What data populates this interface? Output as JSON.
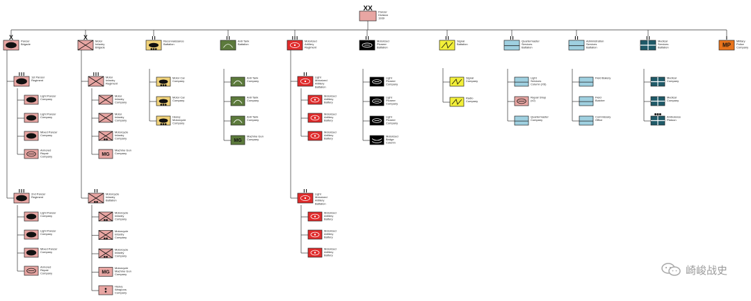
{
  "root": {
    "label": "Panzer Division 1939",
    "echelon": "XX",
    "color": "#e8a6a3"
  },
  "columns": [
    {
      "label": "Panzer Brigade",
      "echelon": "X",
      "color": "#e8a6a3",
      "symbol": "armor",
      "groups": [
        {
          "label": "1st Panzer Regiment",
          "echelon": "III",
          "color": "#e8a6a3",
          "symbol": "armor",
          "children": [
            {
              "label": "Light Panzer Company",
              "color": "#e8a6a3",
              "symbol": "armor"
            },
            {
              "label": "Light Panzer Company",
              "color": "#e8a6a3",
              "symbol": "armor"
            },
            {
              "label": "Mixed Panzer Company",
              "color": "#e8a6a3",
              "symbol": "armor"
            },
            {
              "label": "Armored Repair Company",
              "color": "#e8a6a3",
              "symbol": "repair"
            }
          ]
        },
        {
          "label": "2nd Panzer Regiment",
          "echelon": "III",
          "color": "#e8a6a3",
          "symbol": "armor",
          "children": [
            {
              "label": "Light Panzer Company",
              "color": "#e8a6a3",
              "symbol": "armor"
            },
            {
              "label": "Light Panzer Company",
              "color": "#e8a6a3",
              "symbol": "armor"
            },
            {
              "label": "Mixed Panzer Company",
              "color": "#e8a6a3",
              "symbol": "armor"
            },
            {
              "label": "Armored Repair Company",
              "color": "#e8a6a3",
              "symbol": "repair"
            }
          ]
        }
      ]
    },
    {
      "label": "Motor Infantry Brigade",
      "echelon": "X",
      "color": "#e8a6a3",
      "symbol": "infantry",
      "groups": [
        {
          "label": "Motor Infantry Regiment",
          "echelon": "III",
          "color": "#e8a6a3",
          "symbol": "infantry",
          "children": [
            {
              "label": "Motor Infantry Company",
              "color": "#e8a6a3",
              "symbol": "infantry"
            },
            {
              "label": "Motor Infantry Company",
              "color": "#e8a6a3",
              "symbol": "infantry"
            },
            {
              "label": "Motorcycle Infantry Company",
              "color": "#e8a6a3",
              "symbol": "moto-infantry"
            },
            {
              "label": "Machine Gun Company",
              "color": "#e8a6a3",
              "symbol": "mg"
            }
          ]
        },
        {
          "label": "Motorcycle Infantry Battalion",
          "echelon": "II",
          "color": "#e8a6a3",
          "symbol": "moto-infantry",
          "children": [
            {
              "label": "Motorcycle Infantry Company",
              "color": "#e8a6a3",
              "symbol": "moto-infantry"
            },
            {
              "label": "Motorcycle Infantry Company",
              "color": "#e8a6a3",
              "symbol": "moto-infantry"
            },
            {
              "label": "Motorcycle Infantry Company",
              "color": "#e8a6a3",
              "symbol": "moto-infantry"
            },
            {
              "label": "Motorcycle Machine Gun Company",
              "color": "#e8a6a3",
              "symbol": "mg"
            },
            {
              "label": "Heavy Weapons Company",
              "color": "#e8a6a3",
              "symbol": "weapons"
            }
          ]
        }
      ]
    },
    {
      "label": "Reconnaissance Battalion",
      "echelon": "II",
      "color": "#f0d27a",
      "symbol": "recon",
      "children": [
        {
          "label": "Motor Car Company",
          "color": "#f0d27a",
          "symbol": "recon"
        },
        {
          "label": "Motor Car Company",
          "color": "#f0d27a",
          "symbol": "recon"
        },
        {
          "label": "Heavy Motorcycle Company",
          "color": "#f0d27a",
          "symbol": "recon"
        }
      ]
    },
    {
      "label": "Anti Tank Battalion",
      "echelon": "II",
      "color": "#5c7a3c",
      "symbol": "antitank",
      "children": [
        {
          "label": "Anti Tank Company",
          "color": "#5c7a3c",
          "symbol": "antitank"
        },
        {
          "label": "Anti Tank Company",
          "color": "#5c7a3c",
          "symbol": "antitank"
        },
        {
          "label": "Anti Tank Company",
          "color": "#5c7a3c",
          "symbol": "antitank"
        },
        {
          "label": "Machine Gun Company",
          "color": "#5c7a3c",
          "symbol": "mg"
        }
      ]
    },
    {
      "label": "Motorized Artillery Regiment",
      "echelon": "III",
      "color": "#e02c2c",
      "symbol": "artillery",
      "groups": [
        {
          "label": "Light Motorized Artillery Battalion",
          "echelon": "II",
          "color": "#e02c2c",
          "symbol": "artillery",
          "children": [
            {
              "label": "Motorized Artillery Battery",
              "color": "#e02c2c",
              "symbol": "artillery"
            },
            {
              "label": "Motorized Artillery Battery",
              "color": "#e02c2c",
              "symbol": "artillery"
            },
            {
              "label": "Motorized Artillery Battery",
              "color": "#e02c2c",
              "symbol": "artillery"
            }
          ]
        },
        {
          "label": "Light Motorized Artillery Battalion",
          "echelon": "II",
          "color": "#e02c2c",
          "symbol": "artillery",
          "children": [
            {
              "label": "Motorized Artillery Battery",
              "color": "#e02c2c",
              "symbol": "artillery"
            },
            {
              "label": "Motorized Artillery Battery",
              "color": "#e02c2c",
              "symbol": "artillery"
            },
            {
              "label": "Motorized Artillery Battery",
              "color": "#e02c2c",
              "symbol": "artillery"
            }
          ]
        }
      ]
    },
    {
      "label": "Motorized Pioneer Battalion",
      "echelon": "II",
      "color": "#000000",
      "symbol": "pioneer",
      "children": [
        {
          "label": "Light Pioneer Company",
          "color": "#000000",
          "symbol": "pioneer"
        },
        {
          "label": "Light Pioneer Company",
          "color": "#000000",
          "symbol": "pioneer"
        },
        {
          "label": "Light Pioneer Company",
          "color": "#000000",
          "symbol": "pioneer"
        },
        {
          "label": "Motorized Bridge Column",
          "color": "#000000",
          "symbol": "bridge"
        }
      ]
    },
    {
      "label": "Signal Battalion",
      "echelon": "II",
      "color": "#f2ef3a",
      "symbol": "signal",
      "children": [
        {
          "label": "Signal Company",
          "color": "#f2ef3a",
          "symbol": "signal"
        },
        {
          "label": "Radio Company",
          "color": "#f2ef3a",
          "symbol": "signal"
        }
      ]
    },
    {
      "label": "Quartermaster Services Battalion",
      "echelon": "II",
      "color": "#9fd0e0",
      "symbol": "supply",
      "children": [
        {
          "label": "Light Services Column (X6)",
          "color": "#9fd0e0",
          "symbol": "supply"
        },
        {
          "label": "Repair Shop (x2)",
          "color": "#e8a6a3",
          "symbol": "repair"
        },
        {
          "label": "Quartermaster Company",
          "color": "#9fd0e0",
          "symbol": "supply"
        }
      ]
    },
    {
      "label": "Administration Services Battalion",
      "echelon": "II",
      "color": "#9fd0e0",
      "symbol": "supply",
      "children": [
        {
          "label": "Field Bakery",
          "color": "#9fd0e0",
          "symbol": "supply"
        },
        {
          "label": "Field Butcher",
          "color": "#9fd0e0",
          "symbol": "supply"
        },
        {
          "label": "Commissary Office",
          "color": "#9fd0e0",
          "symbol": "supply"
        }
      ]
    },
    {
      "label": "Medical Services Battalion",
      "echelon": "II",
      "color": "#1f5a68",
      "symbol": "medical",
      "children": [
        {
          "label": "Medical Company",
          "color": "#1f5a68",
          "symbol": "medical"
        },
        {
          "label": "Medical Company",
          "color": "#1f5a68",
          "symbol": "medical"
        },
        {
          "label": "Ambulance Platoon",
          "color": "#1f5a68",
          "symbol": "medical",
          "echelon": "•••"
        }
      ]
    },
    {
      "label": "Military Police Company",
      "echelon": "I",
      "color": "#e8741c",
      "symbol": "mp",
      "text": "MP",
      "children": []
    }
  ],
  "watermark": {
    "text": "崎峻战史",
    "icon": "wechat-icon"
  }
}
